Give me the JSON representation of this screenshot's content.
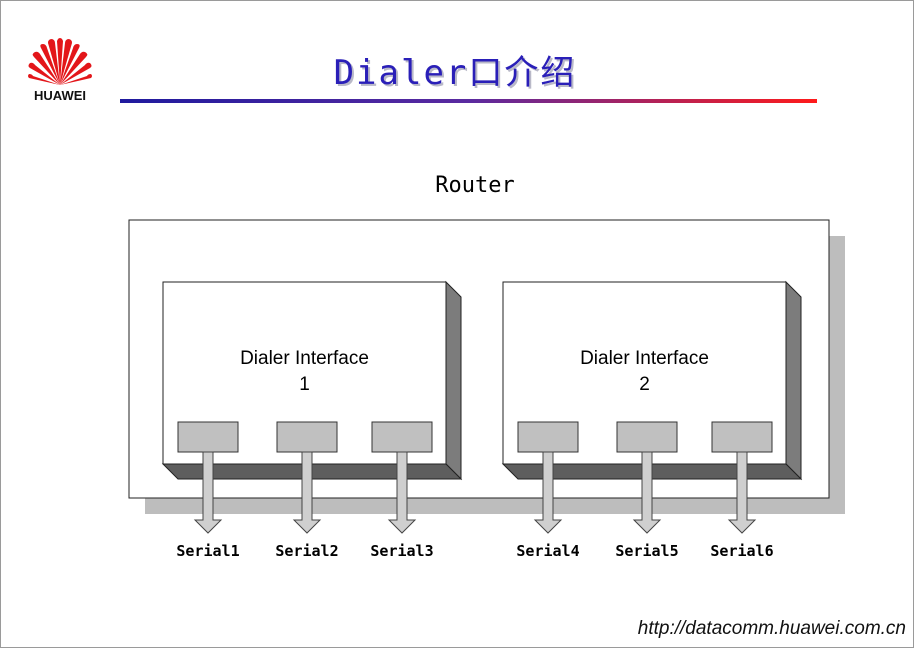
{
  "logo": {
    "name": "huawei-logo",
    "text": "HUAWEI",
    "color": "#e3161a"
  },
  "slide": {
    "title": "Dialer口介绍",
    "footer_url": "http://datacomm.huawei.com.cn"
  },
  "diagram": {
    "router_label": "Router",
    "interfaces": [
      {
        "line1": "Dialer Interface",
        "line2": "1",
        "ports": [
          "Serial1",
          "Serial2",
          "Serial3"
        ]
      },
      {
        "line1": "Dialer Interface",
        "line2": "2",
        "ports": [
          "Serial4",
          "Serial5",
          "Serial6"
        ]
      }
    ]
  },
  "colors": {
    "title": "#2a1fb8",
    "port_fill": "#c0c0c0",
    "box_shadow": "#7c7c7c",
    "router_shadow": "#bdbdbd"
  }
}
